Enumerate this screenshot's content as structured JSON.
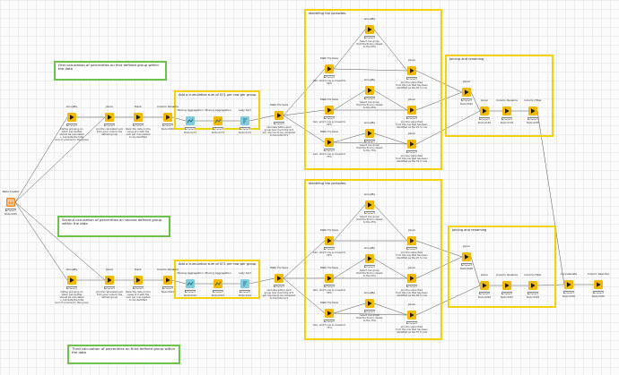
{
  "colors": {
    "green_annotation": "#6cc24a",
    "yellow_annotation": "#f5d10a",
    "manipulator_node": "#f3b800",
    "other_node": "#7fcddc",
    "source_node": "#f08a22",
    "connection": "#555555"
  },
  "annotations": [
    {
      "id": "ann-first-group",
      "color": "green",
      "title": "First calculation of percentiles on first defined group within the data"
    },
    {
      "id": "ann-cumsum-1",
      "color": "yellow",
      "title": "Add a cumulative sum of $71 per row per group"
    },
    {
      "id": "ann-identify-1",
      "color": "yellow",
      "title": "Identifing the periodes:"
    },
    {
      "id": "ann-join-1",
      "color": "yellow",
      "title": "Joining and renaming"
    },
    {
      "id": "ann-second-group",
      "color": "green",
      "title": "Second calculation of percentiles on second defined group within the data"
    },
    {
      "id": "ann-cumsum-2",
      "color": "yellow",
      "title": "Add a cumulative sum of $71 per row per group"
    },
    {
      "id": "ann-identify-2",
      "color": "yellow",
      "title": "Identifing the periodes:"
    },
    {
      "id": "ann-join-2",
      "color": "yellow",
      "title": "Joining and renaming"
    },
    {
      "id": "ann-third-group",
      "color": "green",
      "title": "Third calculation of percentiles on third defined group within the data"
    }
  ],
  "nodes": [
    {
      "id": "n0",
      "title": "Table Creator",
      "comment": "Node 0001",
      "icon": "table-creator-icon",
      "kind": "source"
    },
    {
      "id": "a1",
      "title": "GroupBy",
      "comment": "Define grouping on\nwhich percentiles\nshould be calculated\n+ calculate the total\nsum of volume for this group",
      "icon": "groupby-icon",
      "kind": "manip"
    },
    {
      "id": "a2",
      "title": "Joiner",
      "comment": "join the calculated sum\nfrom prev node to the\ndefined group",
      "icon": "joiner-icon",
      "kind": "manip"
    },
    {
      "id": "a3",
      "title": "Rank",
      "comment": "Rank the data on the\nvalue of 2 with the\nsum per row needed\nto be identified",
      "icon": "rank-icon",
      "kind": "manip"
    },
    {
      "id": "a4",
      "title": "Column Rename",
      "comment": "Node 0030",
      "icon": "rename-icon",
      "kind": "manip"
    },
    {
      "id": "a5",
      "title": "Moving Aggregation",
      "comment": "Node 0173",
      "icon": "moving-agg-icon",
      "kind": "other"
    },
    {
      "id": "a6",
      "title": "Moving Aggregation",
      "comment": "Node 0174",
      "icon": "moving-agg-icon",
      "kind": "manip"
    },
    {
      "id": "a7",
      "title": "Lazy Sort",
      "comment": "Node 0175",
      "icon": "sort-icon",
      "kind": "other"
    },
    {
      "id": "a8",
      "title": "Math Formula",
      "comment": "calculate within each\ngroup how much the $71\nper row has to be compared\nto the total $71",
      "icon": "math-formula-icon",
      "kind": "manip"
    },
    {
      "id": "a9",
      "title": "Math Formula",
      "comment": "Calc. which row is closest to\n50%",
      "icon": "math-formula-icon",
      "kind": "manip"
    },
    {
      "id": "a10",
      "title": "Math Formula",
      "comment": "Calc. which row is closest to\n25%",
      "icon": "math-formula-icon",
      "kind": "manip"
    },
    {
      "id": "a11",
      "title": "Math Formula",
      "comment": "Calc. which row is closest to\n75%",
      "icon": "math-formula-icon",
      "kind": "manip"
    },
    {
      "id": "a12",
      "title": "GroupBy",
      "comment": "Select row group\nthat the first is closest\nto the 50%",
      "icon": "groupby-icon",
      "kind": "manip"
    },
    {
      "id": "a13",
      "title": "GroupBy",
      "comment": "Select row group\nthat the first is closest\nto the 25%",
      "icon": "groupby-icon",
      "kind": "manip"
    },
    {
      "id": "a14",
      "title": "GroupBy",
      "comment": "Select row group\nthat the first is closest\nto the 75%",
      "icon": "groupby-icon",
      "kind": "manip"
    },
    {
      "id": "a15",
      "title": "Joiner",
      "comment": "Join the value filed\nfrom the row that has been\nidentified as the 50 % row",
      "icon": "joiner-icon",
      "kind": "manip"
    },
    {
      "id": "a16",
      "title": "Joiner",
      "comment": "Join the value filed\nfrom the row that has been\nidentified as the 25 % row",
      "icon": "joiner-icon",
      "kind": "manip"
    },
    {
      "id": "a17",
      "title": "Joiner",
      "comment": "Join the value filed\nfrom the row that has been\nidentified as the 75 % row",
      "icon": "joiner-icon",
      "kind": "manip"
    },
    {
      "id": "a18",
      "title": "Joiner",
      "comment": "Node 0022",
      "icon": "joiner-icon",
      "kind": "manip"
    },
    {
      "id": "a19",
      "title": "Joiner",
      "comment": "Node 0149",
      "icon": "joiner-icon",
      "kind": "manip"
    },
    {
      "id": "a20",
      "title": "Column Rename",
      "comment": "Node 0179",
      "icon": "rename-icon",
      "kind": "manip"
    },
    {
      "id": "a21",
      "title": "Column Filter",
      "comment": "Node 0030",
      "icon": "column-filter-icon",
      "kind": "manip"
    },
    {
      "id": "b1",
      "title": "GroupBy",
      "comment": "Define grouping on\nwhich percentiles\nshould be calculated\n+ calculate the total\nsum of volume for this group",
      "icon": "groupby-icon",
      "kind": "manip"
    },
    {
      "id": "b2",
      "title": "Joiner",
      "comment": "Join the calculated sum\nfrom prev node to the\ndefined group",
      "icon": "joiner-icon",
      "kind": "manip"
    },
    {
      "id": "b3",
      "title": "Rank",
      "comment": "Rank the data on the\nvalue of 2 with the\nsum per row needed\nto be identified",
      "icon": "rank-icon",
      "kind": "manip"
    },
    {
      "id": "b4",
      "title": "Column Rename",
      "comment": "Node 0023",
      "icon": "rename-icon",
      "kind": "manip"
    },
    {
      "id": "b5",
      "title": "Moving Aggregation",
      "comment": "Node 0215",
      "icon": "moving-agg-icon",
      "kind": "other"
    },
    {
      "id": "b6",
      "title": "Moving Aggregation",
      "comment": "Node 0213",
      "icon": "moving-agg-icon",
      "kind": "manip"
    },
    {
      "id": "b7",
      "title": "Lazy Sort",
      "comment": "Node 0214",
      "icon": "sort-icon",
      "kind": "other"
    },
    {
      "id": "b8",
      "title": "Math Formula",
      "comment": "calculate within each\ngroup how much the $71\nper row has to be compared\nto the total $71",
      "icon": "math-formula-icon",
      "kind": "manip"
    },
    {
      "id": "b9",
      "title": "Math Formula",
      "comment": "Calc. which row is closest to\n25%",
      "icon": "math-formula-icon",
      "kind": "manip"
    },
    {
      "id": "b10",
      "title": "Math Formula",
      "comment": "Calc. which row is closest to\n50%",
      "icon": "math-formula-icon",
      "kind": "manip"
    },
    {
      "id": "b11",
      "title": "Math Formula",
      "comment": "Calc. which row is closest to\n75%",
      "icon": "math-formula-icon",
      "kind": "manip"
    },
    {
      "id": "b12",
      "title": "GroupBy",
      "comment": "Select row group\nthat the first is closest\nto the 25%",
      "icon": "groupby-icon",
      "kind": "manip"
    },
    {
      "id": "b13",
      "title": "GroupBy",
      "comment": "Select row group\nthat the first is closest\nto the 50%",
      "icon": "groupby-icon",
      "kind": "manip"
    },
    {
      "id": "b14",
      "title": "GroupBy",
      "comment": "Select row group\nthat the first is closest\nto the 75%",
      "icon": "groupby-icon",
      "kind": "manip"
    },
    {
      "id": "b15",
      "title": "Joiner",
      "comment": "Join the value filed\nfrom the row that has been\nidentified as the 25 % row",
      "icon": "joiner-icon",
      "kind": "manip"
    },
    {
      "id": "b16",
      "title": "Joiner",
      "comment": "Join the value filed\nfrom the row that has been\nidentified as the 50 % row",
      "icon": "joiner-icon",
      "kind": "manip"
    },
    {
      "id": "b17",
      "title": "Joiner",
      "comment": "Join the value filed\nfrom the row that has been\nidentified as the 75 % row",
      "icon": "joiner-icon",
      "kind": "manip"
    },
    {
      "id": "b18",
      "title": "Joiner",
      "comment": "Node 0028",
      "icon": "joiner-icon",
      "kind": "manip"
    },
    {
      "id": "b19",
      "title": "Joiner",
      "comment": "Node 0026",
      "icon": "joiner-icon",
      "kind": "manip"
    },
    {
      "id": "b20",
      "title": "Column Rename",
      "comment": "Node 0027",
      "icon": "rename-icon",
      "kind": "manip"
    },
    {
      "id": "b21",
      "title": "Column Filter",
      "comment": "Node 0029",
      "icon": "column-filter-icon",
      "kind": "manip"
    },
    {
      "id": "c1",
      "title": "Concatenate",
      "comment": "Node 0030",
      "icon": "concatenate-icon",
      "kind": "manip"
    },
    {
      "id": "c2",
      "title": "Column Resorter",
      "comment": "Node 0035",
      "icon": "resorter-icon",
      "kind": "manip"
    }
  ]
}
